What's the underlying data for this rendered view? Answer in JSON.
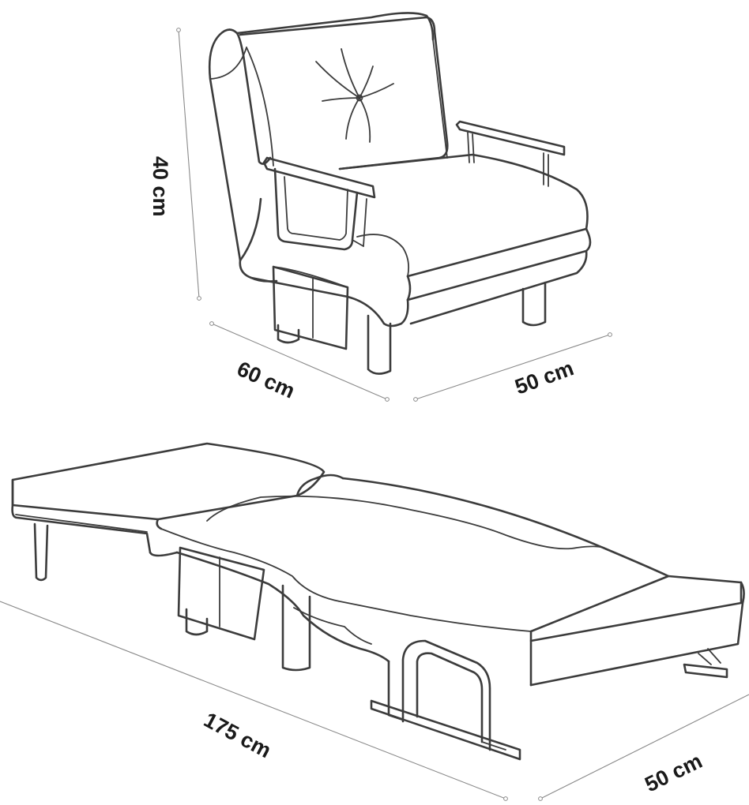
{
  "dimensions": {
    "chair_height": "40 cm",
    "chair_width": "60 cm",
    "chair_depth": "50 cm",
    "bed_length": "175 cm",
    "bed_width": "50 cm"
  }
}
